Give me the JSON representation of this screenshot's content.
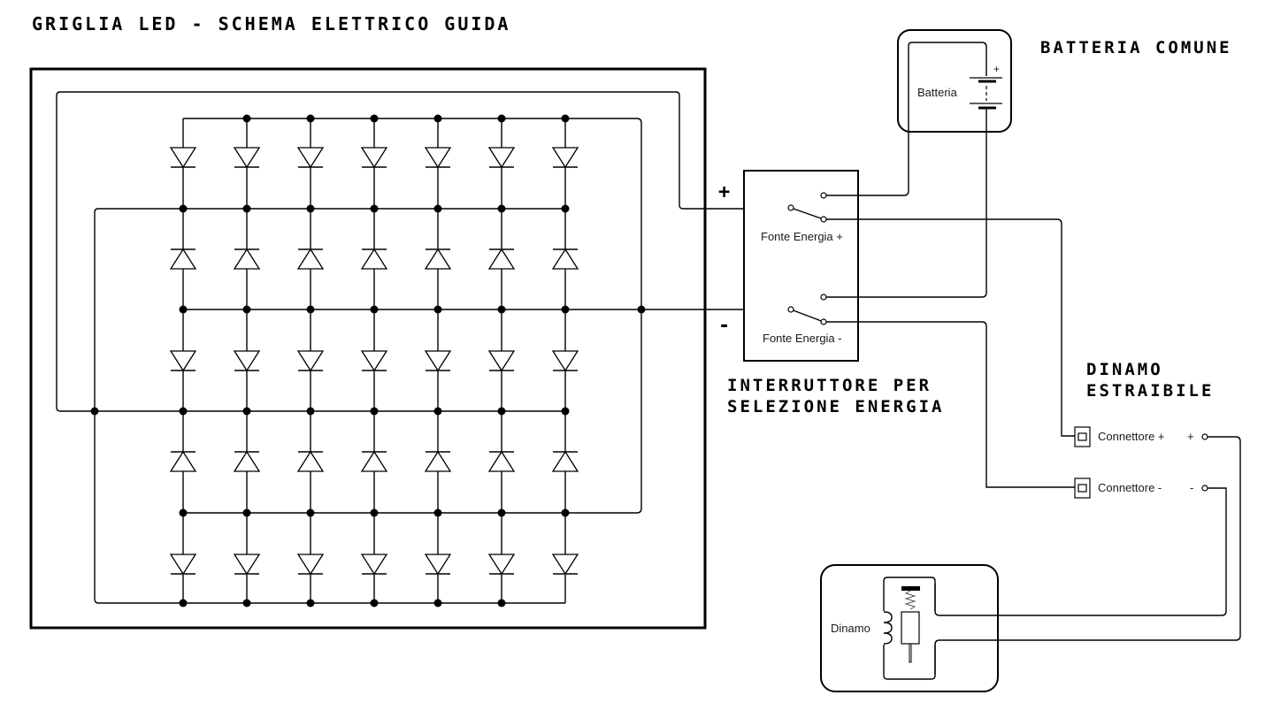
{
  "titles": {
    "main": "GRIGLIA LED - SCHEMA ELETTRICO GUIDA",
    "battery": "BATTERIA COMUNE",
    "switch_line1": "INTERRUTTORE PER",
    "switch_line2": "SELEZIONE ENERGIA",
    "dynamo_line1": "DINAMO",
    "dynamo_line2": "ESTRAIBILE"
  },
  "labels": {
    "plus_big": "+",
    "minus_big": "-",
    "switch_plus": "Fonte Energia +",
    "switch_minus": "Fonte Energia -",
    "battery": "Batteria",
    "battery_plus": "+",
    "connector_plus": "Connettore +",
    "connector_minus": "Connettore -",
    "connector_plus_sign": "+",
    "connector_minus_sign": "-",
    "dynamo": "Dinamo"
  },
  "led_grid": {
    "columns": 7,
    "rows": 5,
    "row_orientation": [
      "down",
      "up",
      "down",
      "up",
      "down"
    ],
    "led_count": 35
  },
  "colors": {
    "ink": "#000000",
    "background": "#ffffff"
  }
}
